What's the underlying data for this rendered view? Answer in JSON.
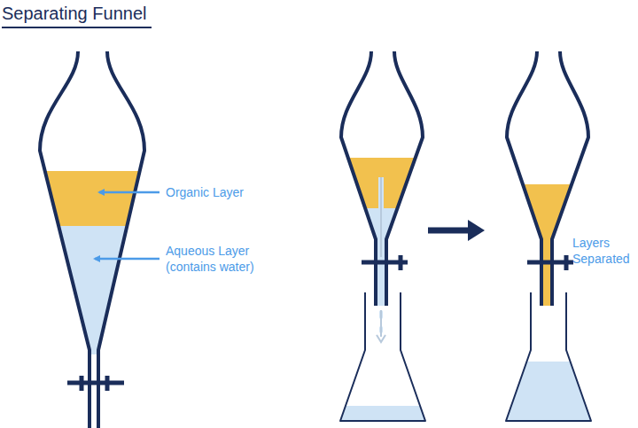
{
  "diagram": {
    "title": "Separating Funnel",
    "labels": [
      "Organic Layer",
      "Aqueous Layer (contains water)",
      "Layers Separated"
    ]
  }
}
